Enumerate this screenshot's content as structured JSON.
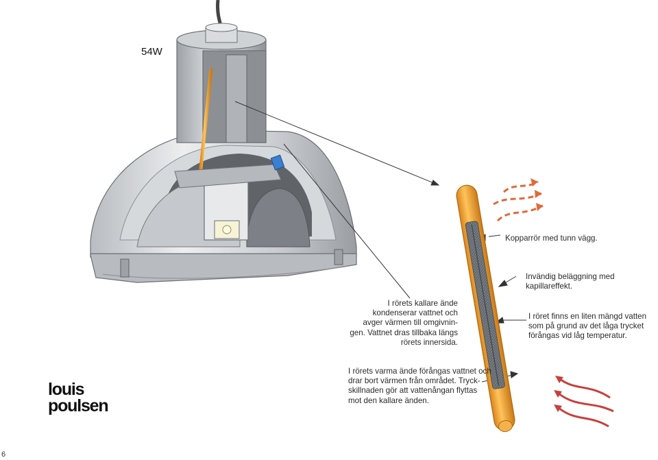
{
  "wattage": "54W",
  "page_number": "6",
  "brand": {
    "line1": "louis",
    "line2": "poulsen"
  },
  "callouts": {
    "copper_pipe": "Kopparrör med tunn vägg.",
    "inner_coating": "Invändig beläggning med kapillareffekt.",
    "cool_end": [
      "I rörets kallare ände",
      "kondenserar vattnet och",
      "avger värmen till omgivnin-",
      "gen. Vattnet dras tillbaka längs",
      "rörets innersida."
    ],
    "water_inside": [
      "I röret finns en liten mängd vatten",
      "som på grund av det låga trycket",
      "förångas vid låg temperatur."
    ],
    "warm_end": [
      "I rörets varma ände förångas vattnet och",
      "drar bort värmen från området. Tryck-",
      "skillnaden gör att vattenångan flyttas",
      "mot den kallare änden."
    ]
  },
  "colors": {
    "copper": "#f2a535",
    "coating": "#8a8f95",
    "warm_arrow": "#c8403c",
    "cool_arrow": "#e06a3a"
  }
}
